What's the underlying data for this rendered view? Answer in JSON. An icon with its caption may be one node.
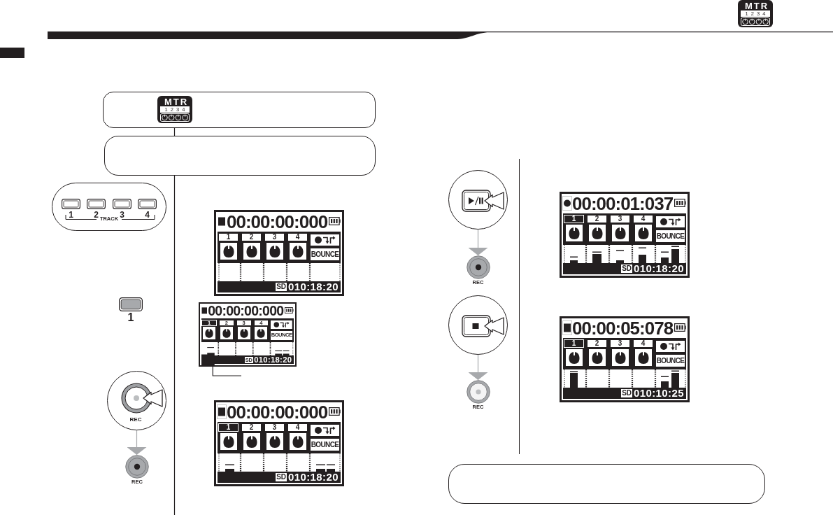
{
  "diagram": {
    "nodes": [
      {
        "text": [
          "MTR",
          "1 2 3 4"
        ]
      },
      {
        "text": [],
        "shape": "box"
      },
      {
        "text": [
          "1",
          "2",
          "3",
          "4",
          "TRACK"
        ]
      },
      {
        "text": [
          "00:00:00:000",
          "1",
          "2",
          "3",
          "4",
          "BOUNCE",
          "SD",
          "010:18:20"
        ]
      },
      {
        "text": [
          "00:00:00:000",
          "1",
          "2",
          "3",
          "4",
          "BOUNCE",
          "SD",
          "010:18:20"
        ]
      },
      {
        "text": [],
        "shape": "bar",
        "in": 4
      },
      {
        "text": [
          "REC"
        ]
      },
      {
        "text": [
          "00:00:00:000",
          "1",
          "2",
          "3",
          "4",
          "BOUNCE",
          "SD",
          "010:18:20"
        ]
      },
      {
        "text": [
          "REC"
        ]
      },
      {
        "text": [],
        "shape": "circle"
      },
      {
        "text": [
          "REC"
        ]
      },
      {
        "text": [
          "00:00:01:037",
          "1",
          "2",
          "3",
          "4",
          "BOUNCE",
          "SD",
          "010:18:20"
        ]
      },
      {
        "text": [],
        "shape": "circle"
      },
      {
        "text": [
          "REC"
        ]
      },
      {
        "text": [
          "00:00:05:078",
          "1",
          "2",
          "3",
          "4",
          "BOUNCE",
          "SD",
          "010:10:25"
        ]
      },
      {
        "text": [],
        "shape": "box"
      }
    ],
    "edges": [
      {
        "from": 0,
        "to": 1,
        "arrow": "none"
      },
      {
        "from": 1,
        "to": null,
        "arrow": "none"
      },
      {
        "from": null,
        "to": 5,
        "arrow": "none"
      },
      {
        "from": 6,
        "to": 8,
        "arrow": "to",
        "color": "#a7a9ac"
      },
      {
        "from": 9,
        "to": 10,
        "arrow": "to",
        "color": "#a7a9ac"
      },
      {
        "from": 12,
        "to": 13,
        "arrow": "to",
        "color": "#a7a9ac"
      }
    ],
    "labels": [
      "MTR",
      "1 2 3 4",
      "1"
    ]
  }
}
